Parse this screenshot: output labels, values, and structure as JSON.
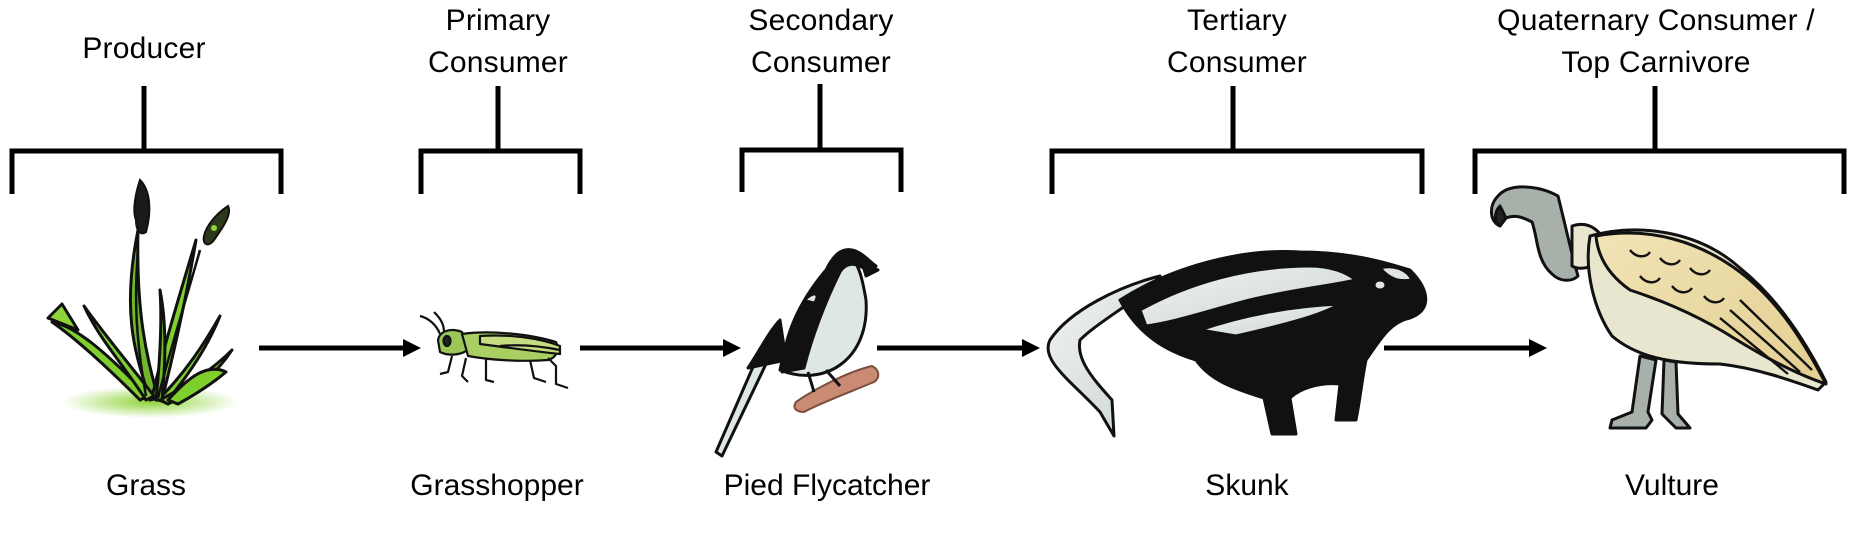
{
  "diagram": {
    "type": "food-chain",
    "trophic_levels": [
      {
        "title_lines": [
          "Producer"
        ],
        "organism": "Grass",
        "icon": "grass-icon"
      },
      {
        "title_lines": [
          "Primary",
          "Consumer"
        ],
        "organism": "Grasshopper",
        "icon": "grasshopper-icon"
      },
      {
        "title_lines": [
          "Secondary",
          "Consumer"
        ],
        "organism": "Pied Flycatcher",
        "icon": "bird-icon"
      },
      {
        "title_lines": [
          "Tertiary",
          "Consumer"
        ],
        "organism": "Skunk",
        "icon": "skunk-icon"
      },
      {
        "title_lines": [
          "Quaternary Consumer /",
          "Top Carnivore"
        ],
        "organism": "Vulture",
        "icon": "vulture-icon"
      }
    ],
    "arrows": [
      {
        "from": "Grass",
        "to": "Grasshopper"
      },
      {
        "from": "Grasshopper",
        "to": "Pied Flycatcher"
      },
      {
        "from": "Pied Flycatcher",
        "to": "Skunk"
      },
      {
        "from": "Skunk",
        "to": "Vulture"
      }
    ],
    "colors": {
      "line": "#000000",
      "grass_green": "#8ed43a",
      "grasshopper_green": "#9cc65a",
      "bird_white": "#dfe7e6",
      "branch_brown": "#c98b74",
      "skunk_black": "#111111",
      "skunk_white": "#dfe5e4",
      "vulture_wing": "#ead9a4",
      "vulture_body": "#e9e6cf",
      "vulture_neck": "#a8b0aa"
    }
  }
}
